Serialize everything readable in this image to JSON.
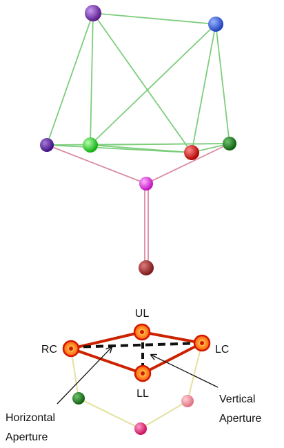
{
  "labels": {
    "ul": "UL",
    "rc": "RC",
    "lc": "LC",
    "ll": "LL",
    "vertical_1": "Vertical",
    "vertical_2": "Aperture",
    "horizontal_1": "Horizontal",
    "horizontal_2": "Aperture"
  },
  "colors": {
    "edge_green": "#7ccd7c",
    "edge_pink": "#d98aa0",
    "edge_yellow": "#e6e3a6",
    "lip_red": "#cc2200",
    "node_orange": "#ff6a10",
    "node_purple_top": "#7b2fa8",
    "node_blue": "#2f5bdc",
    "node_purple_left": "#5a1ca0",
    "node_green": "#22dd22",
    "node_red": "#d81818",
    "node_dark_green": "#1f7a1f",
    "node_magenta": "#e33ae3",
    "node_dark_red": "#a83030",
    "node_pink": "#f08c9a",
    "node_hotpink": "#e8307a"
  },
  "icons": {
    "vertical_arrow": "arrow-icon",
    "horizontal_arrow": "arrow-icon"
  }
}
